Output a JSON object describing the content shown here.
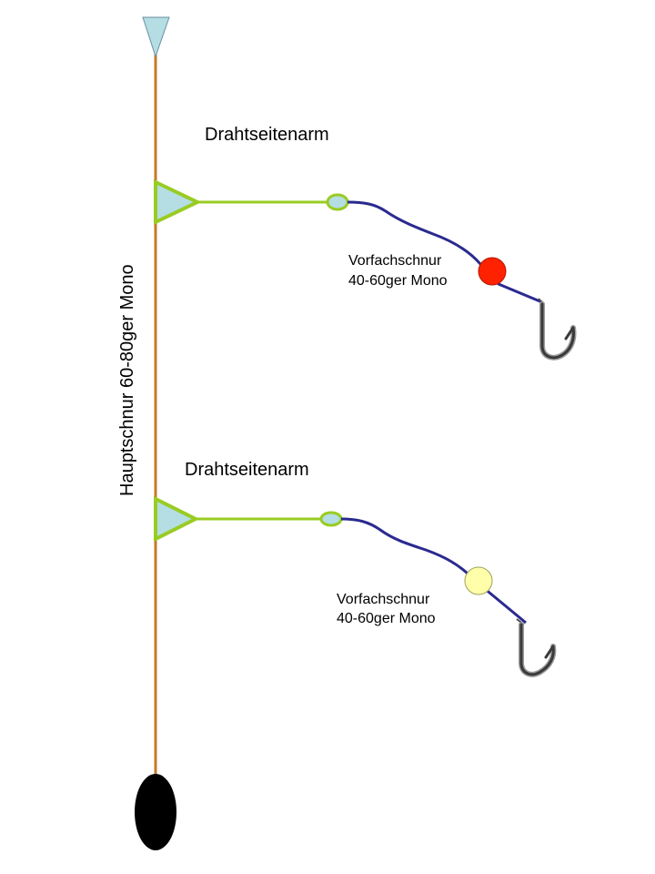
{
  "main_line": {
    "label": "Hauptschnur 60-80ger Mono",
    "color": "#c8782a"
  },
  "swivel": {
    "icon": "triangle-swivel-icon",
    "color": "#b4dde4",
    "outline": "#6a8fa0"
  },
  "branches": [
    {
      "arm_label": "Drahtseitenarm",
      "leader_label_line1": "Vorfachschnur",
      "leader_label_line2": "40-60ger Mono",
      "bead_color": "#ff2200"
    },
    {
      "arm_label": "Drahtseitenarm",
      "leader_label_line1": "Vorfachschnur",
      "leader_label_line2": "40-60ger Mono",
      "bead_color": "#ffffaa"
    }
  ],
  "colors": {
    "wire_arm": "#99cc22",
    "leader": "#2a2a90",
    "hook": "#4a4a4a",
    "sinker": "#000000"
  },
  "sinker": {
    "icon": "sinker-weight-icon"
  }
}
